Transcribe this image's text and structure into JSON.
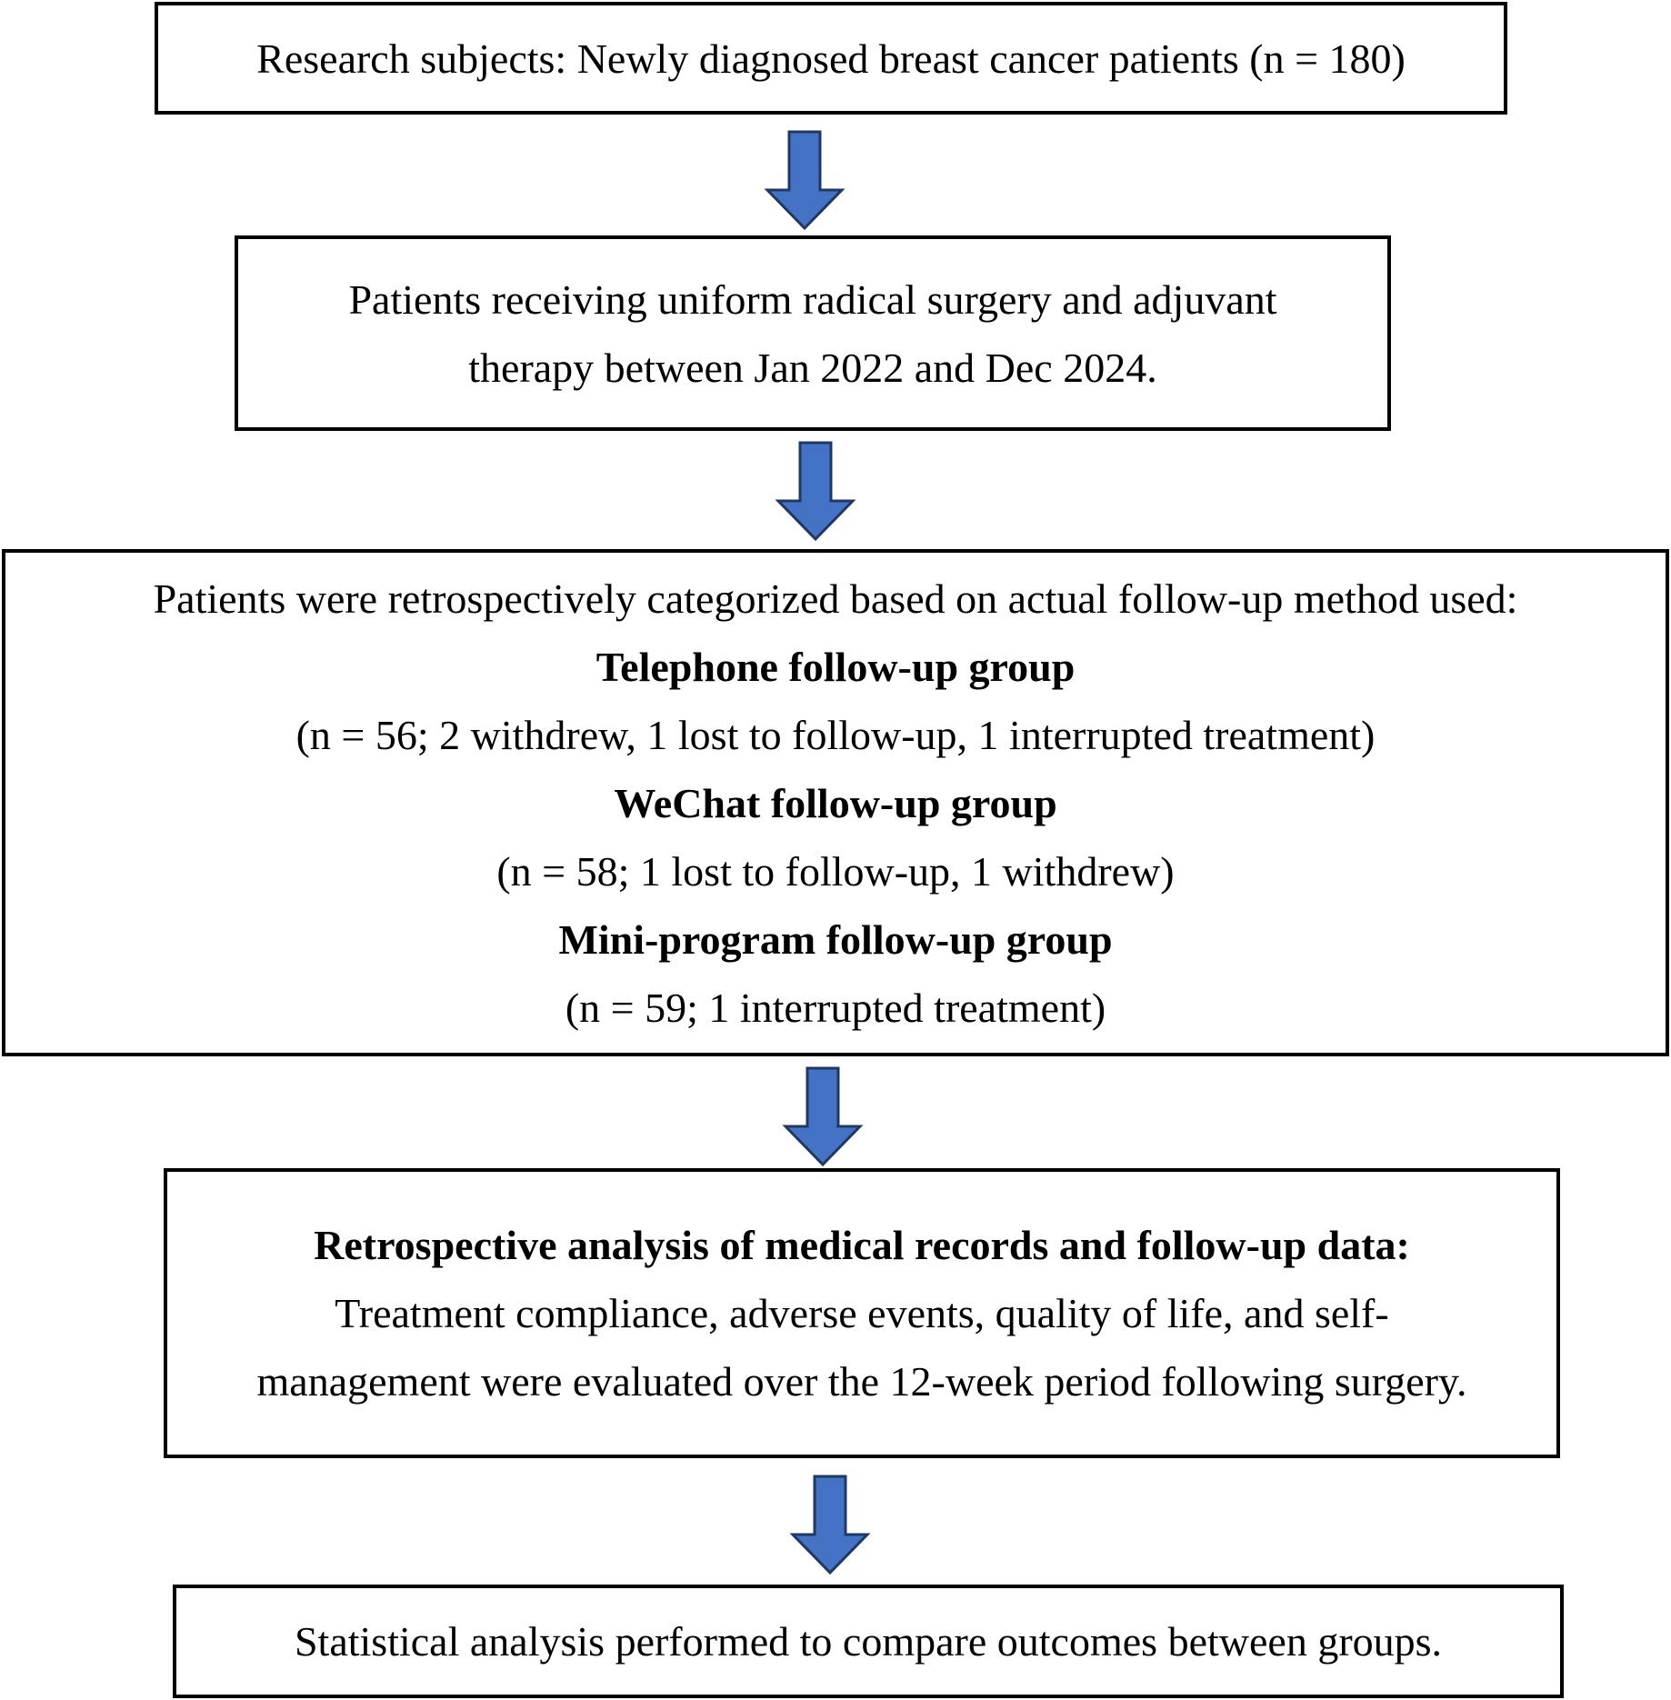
{
  "colors": {
    "arrow_fill": "#4472C4",
    "arrow_stroke": "#1F3864",
    "box_border": "#000000"
  },
  "box1": {
    "text": "Research subjects: Newly diagnosed breast cancer patients (n = 180)"
  },
  "box2": {
    "line1": "Patients receiving uniform radical surgery and adjuvant",
    "line2": "therapy between Jan 2022 and Dec 2024."
  },
  "box3": {
    "intro": "Patients were retrospectively categorized based on actual follow-up method used:",
    "groups": [
      {
        "title": "Telephone follow-up group",
        "detail": "(n = 56; 2 withdrew, 1 lost to follow-up, 1 interrupted treatment)"
      },
      {
        "title": "WeChat follow-up group",
        "detail": "(n = 58; 1 lost to follow-up, 1 withdrew)"
      },
      {
        "title": "Mini-program follow-up group",
        "detail": "(n = 59; 1 interrupted treatment)"
      }
    ]
  },
  "box4": {
    "heading": "Retrospective analysis of medical records and follow-up data:",
    "line1": "Treatment compliance, adverse events, quality of life, and self-",
    "line2": "management were evaluated over the 12-week period following surgery."
  },
  "box5": {
    "text": "Statistical analysis performed to compare outcomes between groups."
  }
}
